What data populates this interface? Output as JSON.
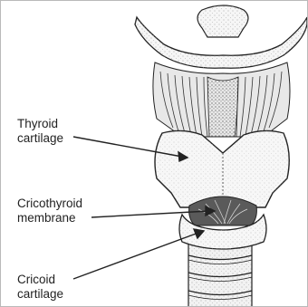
{
  "labels": {
    "thyroid": {
      "line1": "Thyroid",
      "line2": "cartilage"
    },
    "cricothyroid": {
      "line1": "Cricothyroid",
      "line2": "membrane"
    },
    "cricoid": {
      "line1": "Cricoid",
      "line2": "cartilage"
    }
  },
  "colors": {
    "ink": "#222222",
    "cartilage_fill": "#f4f4f4",
    "background": "#ffffff"
  }
}
